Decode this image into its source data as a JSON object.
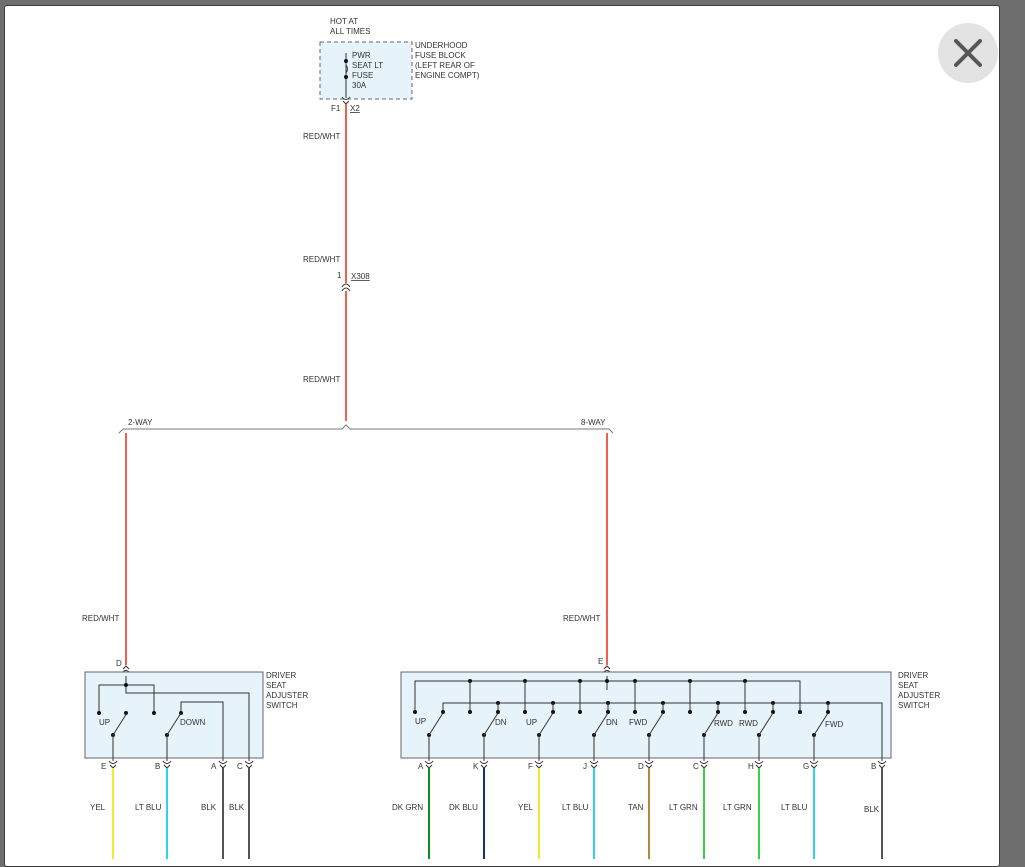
{
  "window": {
    "close_icon": "close-icon"
  },
  "colors": {
    "red_wht": "#f0604e",
    "yel": "#f2ea2a",
    "lt_blu": "#2fd4ec",
    "blk": "#555555",
    "dk_grn": "#128a1a",
    "dk_blu": "#142a8c",
    "tan": "#b08a3e",
    "lt_grn": "#36d640",
    "module_fill": "#e6f3fb"
  },
  "diagram": {
    "hot_at": [
      "HOT AT",
      "ALL TIMES"
    ],
    "fuse": {
      "label": [
        "PWR",
        "SEAT LT",
        "FUSE",
        "30A"
      ],
      "pin": "F1",
      "connector": "X2"
    },
    "fuse_block": [
      "UNDERHOOD",
      "FUSE BLOCK",
      "(LEFT REAR OF",
      "ENGINE COMPT)"
    ],
    "wire_labels": [
      "RED/WHT",
      "RED/WHT",
      "RED/WHT"
    ],
    "inline_connector": {
      "pin": "1",
      "name": "X308"
    },
    "branch_left": "2-WAY",
    "branch_right": "8-WAY",
    "branch_left_wire": "RED/WHT",
    "branch_right_wire": "RED/WHT",
    "switch_left": {
      "name": [
        "DRIVER",
        "SEAT",
        "ADJUSTER",
        "SWITCH"
      ],
      "input_pin": "D",
      "labels": [
        "UP",
        "DOWN"
      ],
      "pins": [
        "E",
        "B",
        "A",
        "C"
      ],
      "wires": [
        "YEL",
        "LT BLU",
        "BLK",
        "BLK"
      ]
    },
    "switch_right": {
      "name": [
        "DRIVER",
        "SEAT",
        "ADJUSTER",
        "SWITCH"
      ],
      "input_pin": "E",
      "labels": [
        "UP",
        "DN",
        "UP",
        "DN",
        "FWD",
        "RWD",
        "RWD",
        "FWD"
      ],
      "pins": [
        "A",
        "K",
        "F",
        "J",
        "D",
        "C",
        "H",
        "G",
        "B"
      ],
      "wires": [
        "DK GRN",
        "DK BLU",
        "YEL",
        "LT BLU",
        "TAN",
        "LT GRN",
        "LT GRN",
        "LT BLU",
        "BLK"
      ]
    }
  }
}
